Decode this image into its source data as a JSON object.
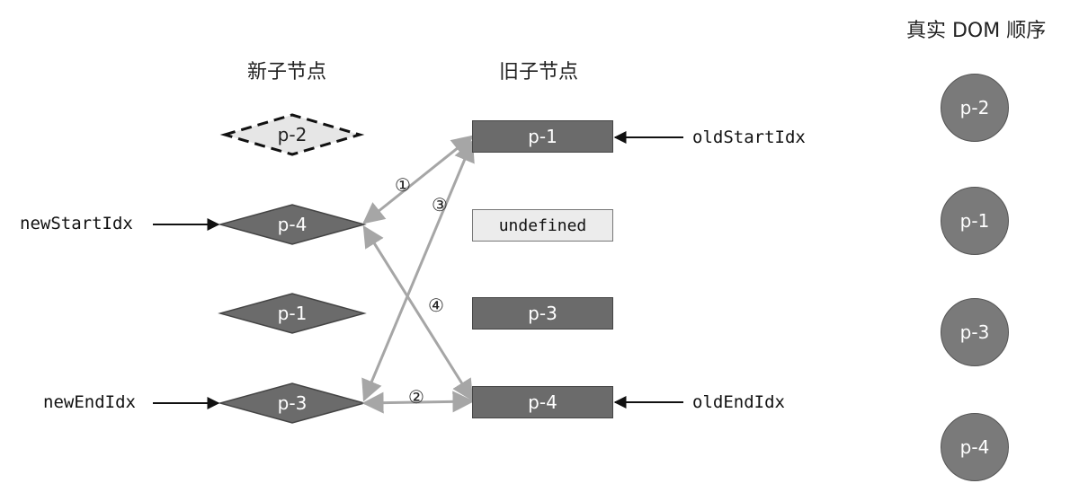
{
  "headings": {
    "new_children": "新子节点",
    "old_children": "旧子节点",
    "real_dom_order": "真实 DOM 顺序"
  },
  "new_children": [
    {
      "label": "p-2",
      "state": "processed"
    },
    {
      "label": "p-4",
      "state": "active"
    },
    {
      "label": "p-1",
      "state": "normal"
    },
    {
      "label": "p-3",
      "state": "active"
    }
  ],
  "old_children": [
    {
      "label": "p-1",
      "state": "normal"
    },
    {
      "label": "undefined",
      "state": "undefined"
    },
    {
      "label": "p-3",
      "state": "normal"
    },
    {
      "label": "p-4",
      "state": "normal"
    }
  ],
  "pointers": {
    "new_start": "newStartIdx",
    "new_end": "newEndIdx",
    "old_start": "oldStartIdx",
    "old_end": "oldEndIdx"
  },
  "comparison_steps": [
    {
      "label": "①",
      "from_new": 1,
      "to_old": 0
    },
    {
      "label": "②",
      "from_new": 3,
      "to_old": 3
    },
    {
      "label": "③",
      "from_new": 3,
      "to_old": 0
    },
    {
      "label": "④",
      "from_new": 1,
      "to_old": 3
    }
  ],
  "real_dom": [
    "p-2",
    "p-1",
    "p-3",
    "p-4"
  ],
  "colors": {
    "node_fill": "#6b6b6b",
    "dom_fill": "#7a7a7a",
    "arrow": "#a6a6a6",
    "processed_fill": "#e6e6e6"
  }
}
